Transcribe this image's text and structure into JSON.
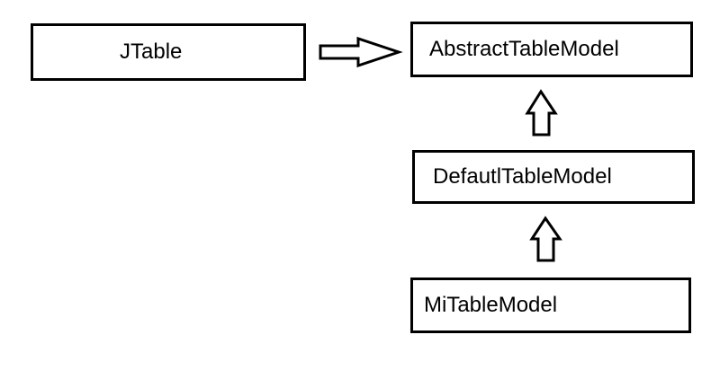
{
  "nodes": {
    "jtable": "JTable",
    "abstract_table_model": "AbstractTableModel",
    "default_table_model": "DefautlTableModel",
    "mi_table_model": "MiTableModel"
  },
  "colors": {
    "stroke": "#000000",
    "background": "#ffffff"
  }
}
